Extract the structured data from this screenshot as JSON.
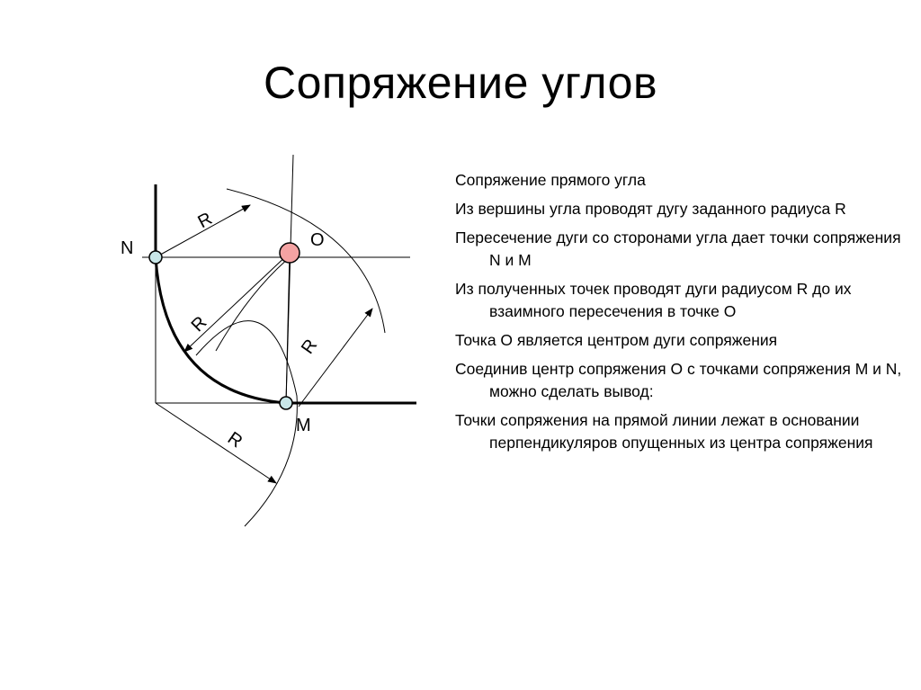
{
  "title": "Сопряжение углов",
  "labels": {
    "n": "N",
    "o": "O",
    "m": "M",
    "r": "R"
  },
  "colors": {
    "point_n": "#c8e6e8",
    "point_m": "#c8e6e8",
    "point_o": "#f4a3a3",
    "line": "#000000"
  },
  "bullets": [
    "Сопряжение прямого угла",
    "Из вершины угла проводят дугу заданного радиуса R",
    "Пересечение дуги со сторонами угла дает точки сопряжения N и M",
    "Из полученных точек проводят дуги радиусом R до их взаимного пересечения в точке O",
    "Точка O является центром дуги сопряжения",
    "Соединив центр сопряжения O с точками сопряжения M и N, можно сделать вывод:",
    "Точки сопряжения на прямой линии лежат в основании перпендикуляров опущенных из центра сопряжения"
  ]
}
